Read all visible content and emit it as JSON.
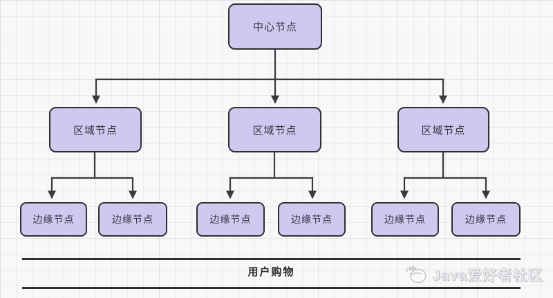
{
  "diagram": {
    "central_node": {
      "label": "中心节点"
    },
    "regional_nodes": [
      {
        "label": "区域节点"
      },
      {
        "label": "区域节点"
      },
      {
        "label": "区域节点"
      }
    ],
    "edge_nodes": [
      {
        "label": "边缘节点"
      },
      {
        "label": "边缘节点"
      },
      {
        "label": "边缘节点"
      },
      {
        "label": "边缘节点"
      },
      {
        "label": "边缘节点"
      },
      {
        "label": "边缘节点"
      }
    ],
    "colors": {
      "node_fill": "#cfc9f0",
      "node_border": "#2e2e33",
      "connector": "#3a3a3e",
      "background": "#f8f8f9"
    }
  },
  "footer": {
    "label": "用户购物"
  },
  "watermark": {
    "label": "Java爱好者社区"
  }
}
